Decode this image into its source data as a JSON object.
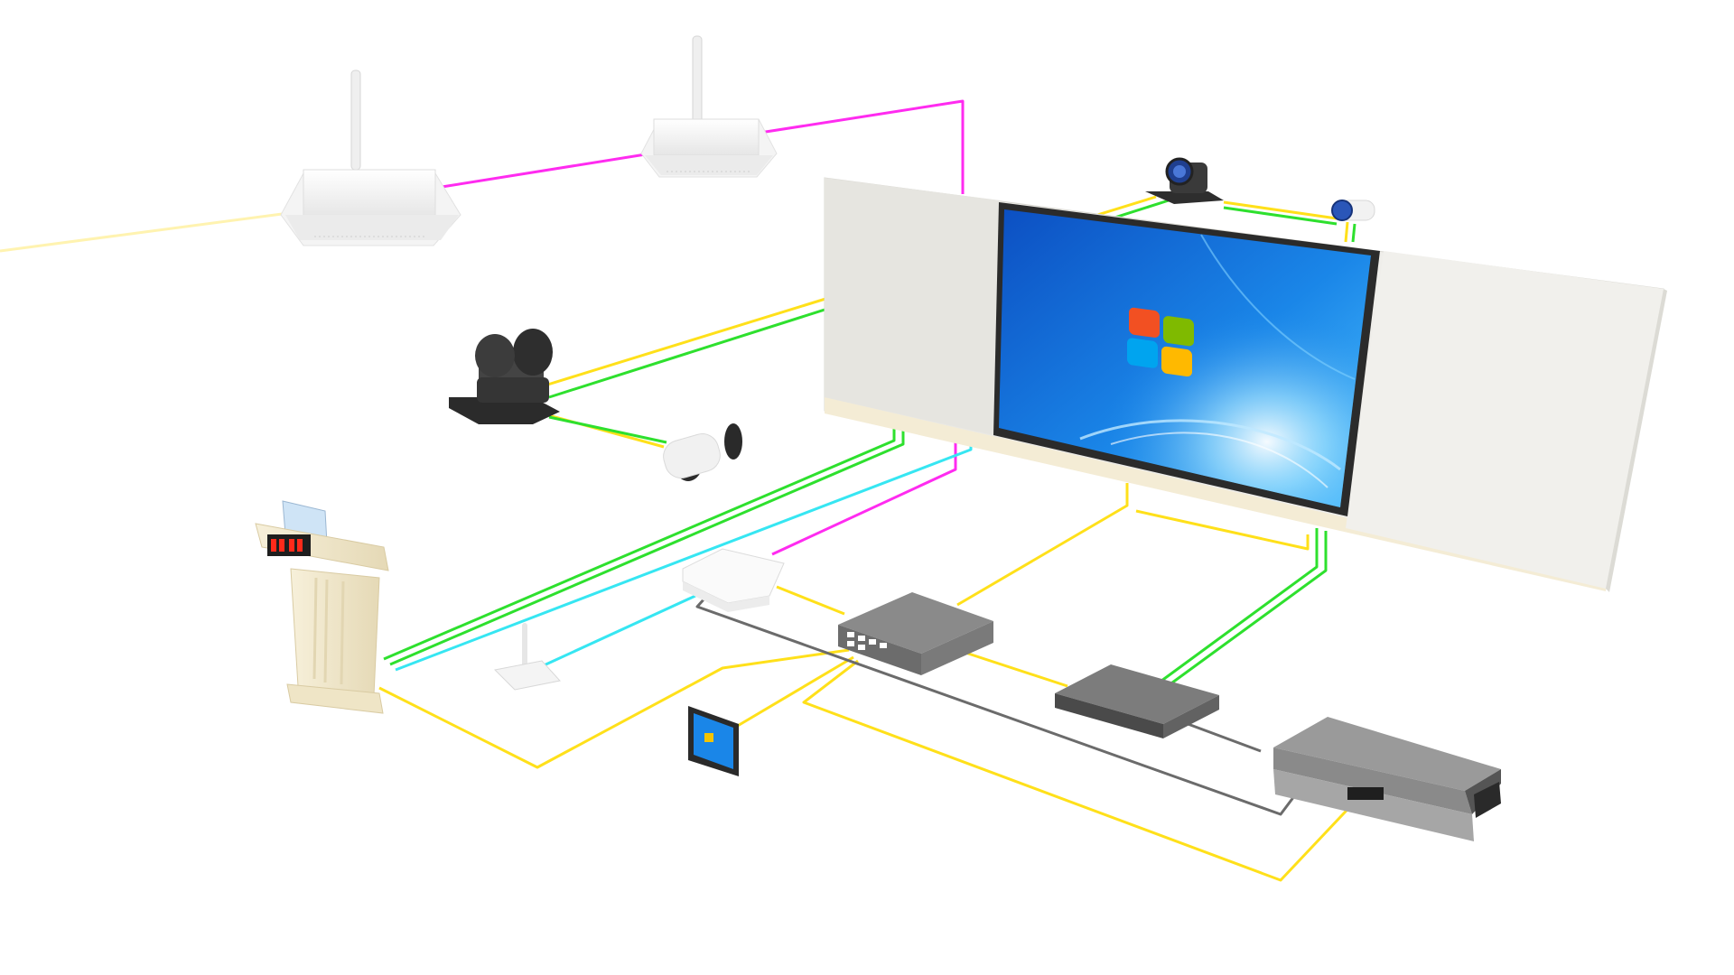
{
  "diagram": {
    "kind": "smart-classroom-system-topology",
    "colors": {
      "background": "#ffffff",
      "cable_magenta": "#ff2bf0",
      "cable_yellow": "#ffe01a",
      "cable_green": "#2ee02e",
      "cable_cyan": "#36e6f2",
      "cable_gray": "#6b6b6b",
      "screen_blue": "#1a86e8",
      "board_white": "#efeeea",
      "device_gray": "#8a8a8a",
      "camera_dark": "#3a3a3a",
      "podium_cream": "#f3ead0",
      "clock_red": "#ff2a1a"
    },
    "nodes": [
      {
        "id": "ceiling-mic-left",
        "icon": "ceiling-microphone-icon"
      },
      {
        "id": "ceiling-mic-right",
        "icon": "ceiling-microphone-icon"
      },
      {
        "id": "blackboard-display",
        "icon": "interactive-display-icon"
      },
      {
        "id": "ptz-camera-top",
        "icon": "ptz-camera-icon"
      },
      {
        "id": "bullet-camera-top",
        "icon": "bullet-camera-icon"
      },
      {
        "id": "ptz-camera-student",
        "icon": "ptz-camera-icon"
      },
      {
        "id": "bullet-camera-student",
        "icon": "bullet-camera-icon"
      },
      {
        "id": "lectern",
        "icon": "podium-icon"
      },
      {
        "id": "wireless-receiver",
        "icon": "wireless-receiver-icon"
      },
      {
        "id": "wifi-router",
        "icon": "router-icon"
      },
      {
        "id": "tablet",
        "icon": "tablet-icon"
      },
      {
        "id": "network-switch",
        "icon": "switch-icon"
      },
      {
        "id": "media-processor",
        "icon": "processor-icon"
      },
      {
        "id": "recording-host",
        "icon": "recorder-icon"
      }
    ]
  }
}
